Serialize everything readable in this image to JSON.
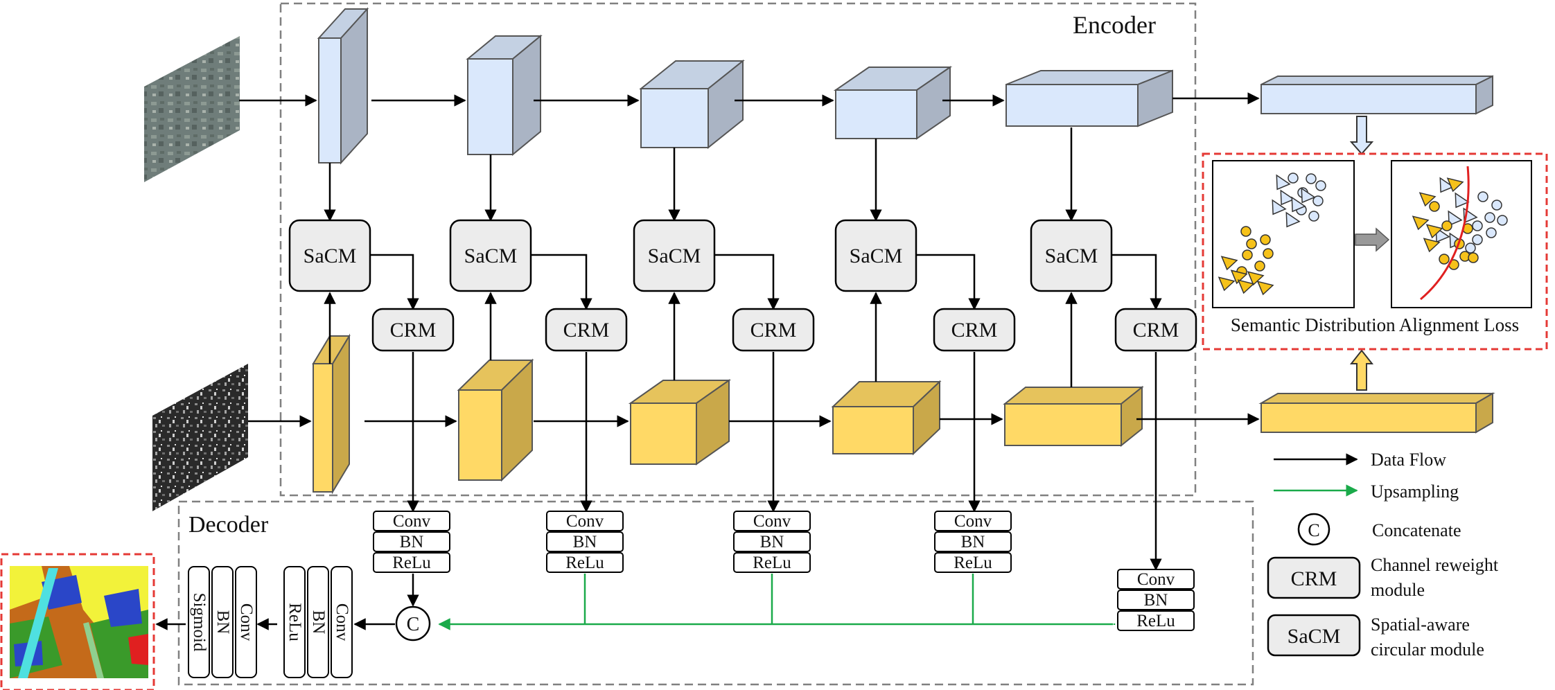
{
  "regions": {
    "encoder_label": "Encoder",
    "decoder_label": "Decoder"
  },
  "modules": {
    "sacm": "SaCM",
    "crm": "CRM",
    "concat": "C"
  },
  "conv_block": {
    "conv": "Conv",
    "bn": "BN",
    "relu": "ReLu"
  },
  "head": {
    "block1": [
      "ReLu",
      "BN",
      "Conv"
    ],
    "block2": [
      "Sigmoid",
      "BN",
      "Conv"
    ]
  },
  "alignment": {
    "label": "Semantic Distribution Alignment Loss"
  },
  "legend": {
    "data_flow": "Data Flow",
    "upsampling": "Upsampling",
    "concat_symbol": "C",
    "concatenate": "Concatenate",
    "crm_short": "CRM",
    "crm_desc_line1": "Channel reweight",
    "crm_desc_line2": "module",
    "sacm_short": "SaCM",
    "sacm_desc_line1": "Spatial-aware",
    "sacm_desc_line2": "circular module"
  },
  "colors": {
    "optical_cube": "#dae8fc",
    "sar_cube": "#ffd966",
    "module_fill": "#ececec",
    "data_flow": "#000000",
    "upsampling": "#1aaa4a",
    "highlight": "#e53935",
    "point_yellow": "#f6c21a",
    "point_blue": "#dae8fc"
  }
}
